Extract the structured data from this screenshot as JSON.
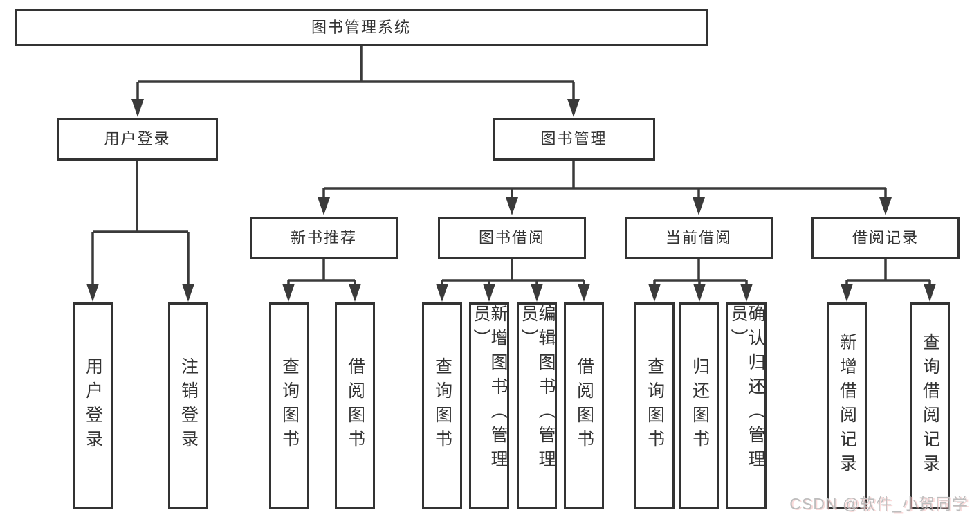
{
  "colors": {
    "background": "#ffffff",
    "line": "#3a3a3a",
    "box_border": "#333333",
    "text": "#333333",
    "watermark": "#bdbdbd"
  },
  "nodes": {
    "root": "图书管理系统",
    "user_login": "用户登录",
    "book_mgmt": "图书管理",
    "new_book_rec": "新书推荐",
    "book_borrow": "图书借阅",
    "current_borrow": "当前借阅",
    "borrow_records": "借阅记录",
    "leaves": {
      "login": "用户登录",
      "logout": "注销登录",
      "rec_query": "查询图书",
      "rec_borrow": "借阅图书",
      "bb_query": "查询图书",
      "bb_add": "新增图书（管理员）",
      "bb_edit": "编辑图书（管理员）",
      "bb_borrow": "借阅图书",
      "cb_query": "查询图书",
      "cb_return": "归还图书",
      "cb_confirm": "确认归还（管理员）",
      "br_add": "新增借阅记录",
      "br_query": "查询借阅记录"
    }
  },
  "edges": [
    {
      "from": "root",
      "to": [
        "user_login",
        "book_mgmt"
      ]
    },
    {
      "from": "user_login",
      "to": [
        "leaves.login",
        "leaves.logout"
      ]
    },
    {
      "from": "book_mgmt",
      "to": [
        "new_book_rec",
        "book_borrow",
        "current_borrow",
        "borrow_records"
      ]
    },
    {
      "from": "new_book_rec",
      "to": [
        "leaves.rec_query",
        "leaves.rec_borrow"
      ]
    },
    {
      "from": "book_borrow",
      "to": [
        "leaves.bb_query",
        "leaves.bb_add",
        "leaves.bb_edit",
        "leaves.bb_borrow"
      ]
    },
    {
      "from": "current_borrow",
      "to": [
        "leaves.cb_query",
        "leaves.cb_return",
        "leaves.cb_confirm"
      ]
    },
    {
      "from": "borrow_records",
      "to": [
        "leaves.br_add",
        "leaves.br_query"
      ]
    }
  ],
  "watermark": "CSDN @软件_小贺同学"
}
